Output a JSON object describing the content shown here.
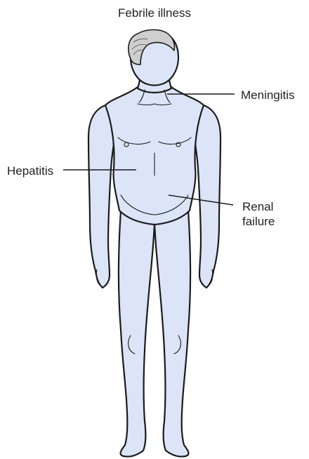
{
  "title": "Febrile illness",
  "labels": {
    "meningitis": "Meningitis",
    "hepatitis": "Hepatitis",
    "renal_line1": "Renal",
    "renal_line2": "failure"
  },
  "colors": {
    "skin": "#dbe5f7",
    "outline": "#1b1b1b",
    "hair": "#cfcfcf"
  }
}
